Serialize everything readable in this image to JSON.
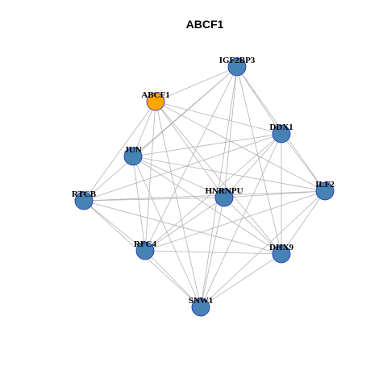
{
  "title": "ABCF1",
  "colors": {
    "node_default": "#4682B4",
    "node_focus": "#FFA500",
    "node_stroke": "#1F2FB4",
    "edge": "#B3B3B3"
  },
  "nodes": [
    {
      "id": "IGF2BP3",
      "label": "IGF2BP3",
      "focus": false
    },
    {
      "id": "ABCF1",
      "label": "ABCF1",
      "focus": true
    },
    {
      "id": "DDX1",
      "label": "DDX1",
      "focus": false
    },
    {
      "id": "JUN",
      "label": "JUN",
      "focus": false
    },
    {
      "id": "ILF2",
      "label": "ILF2",
      "focus": false
    },
    {
      "id": "RTCB",
      "label": "RTCB",
      "focus": false
    },
    {
      "id": "HNRNPU",
      "label": "HNRNPU",
      "focus": false
    },
    {
      "id": "RFC4",
      "label": "RFC4",
      "focus": false
    },
    {
      "id": "DHX9",
      "label": "DHX9",
      "focus": false
    },
    {
      "id": "SNW1",
      "label": "SNW1",
      "focus": false
    }
  ],
  "edges": [
    [
      "IGF2BP3",
      "ABCF1"
    ],
    [
      "IGF2BP3",
      "DDX1"
    ],
    [
      "IGF2BP3",
      "JUN"
    ],
    [
      "IGF2BP3",
      "ILF2"
    ],
    [
      "IGF2BP3",
      "RTCB"
    ],
    [
      "IGF2BP3",
      "HNRNPU"
    ],
    [
      "IGF2BP3",
      "RFC4"
    ],
    [
      "IGF2BP3",
      "DHX9"
    ],
    [
      "IGF2BP3",
      "SNW1"
    ],
    [
      "ABCF1",
      "DDX1"
    ],
    [
      "ABCF1",
      "JUN"
    ],
    [
      "ABCF1",
      "RTCB"
    ],
    [
      "ABCF1",
      "HNRNPU"
    ],
    [
      "ABCF1",
      "RFC4"
    ],
    [
      "ABCF1",
      "DHX9"
    ],
    [
      "ABCF1",
      "SNW1"
    ],
    [
      "ABCF1",
      "ILF2"
    ],
    [
      "DDX1",
      "JUN"
    ],
    [
      "DDX1",
      "ILF2"
    ],
    [
      "DDX1",
      "RTCB"
    ],
    [
      "DDX1",
      "HNRNPU"
    ],
    [
      "DDX1",
      "RFC4"
    ],
    [
      "DDX1",
      "DHX9"
    ],
    [
      "DDX1",
      "SNW1"
    ],
    [
      "JUN",
      "ILF2"
    ],
    [
      "JUN",
      "HNRNPU"
    ],
    [
      "JUN",
      "RFC4"
    ],
    [
      "JUN",
      "DHX9"
    ],
    [
      "JUN",
      "SNW1"
    ],
    [
      "ILF2",
      "RTCB"
    ],
    [
      "ILF2",
      "HNRNPU"
    ],
    [
      "ILF2",
      "RFC4"
    ],
    [
      "ILF2",
      "DHX9"
    ],
    [
      "ILF2",
      "SNW1"
    ],
    [
      "RTCB",
      "HNRNPU"
    ],
    [
      "RTCB",
      "RFC4"
    ],
    [
      "RTCB",
      "DHX9"
    ],
    [
      "RTCB",
      "SNW1"
    ],
    [
      "HNRNPU",
      "RFC4"
    ],
    [
      "HNRNPU",
      "DHX9"
    ],
    [
      "HNRNPU",
      "SNW1"
    ],
    [
      "RFC4",
      "DHX9"
    ],
    [
      "RFC4",
      "SNW1"
    ],
    [
      "DHX9",
      "SNW1"
    ]
  ]
}
